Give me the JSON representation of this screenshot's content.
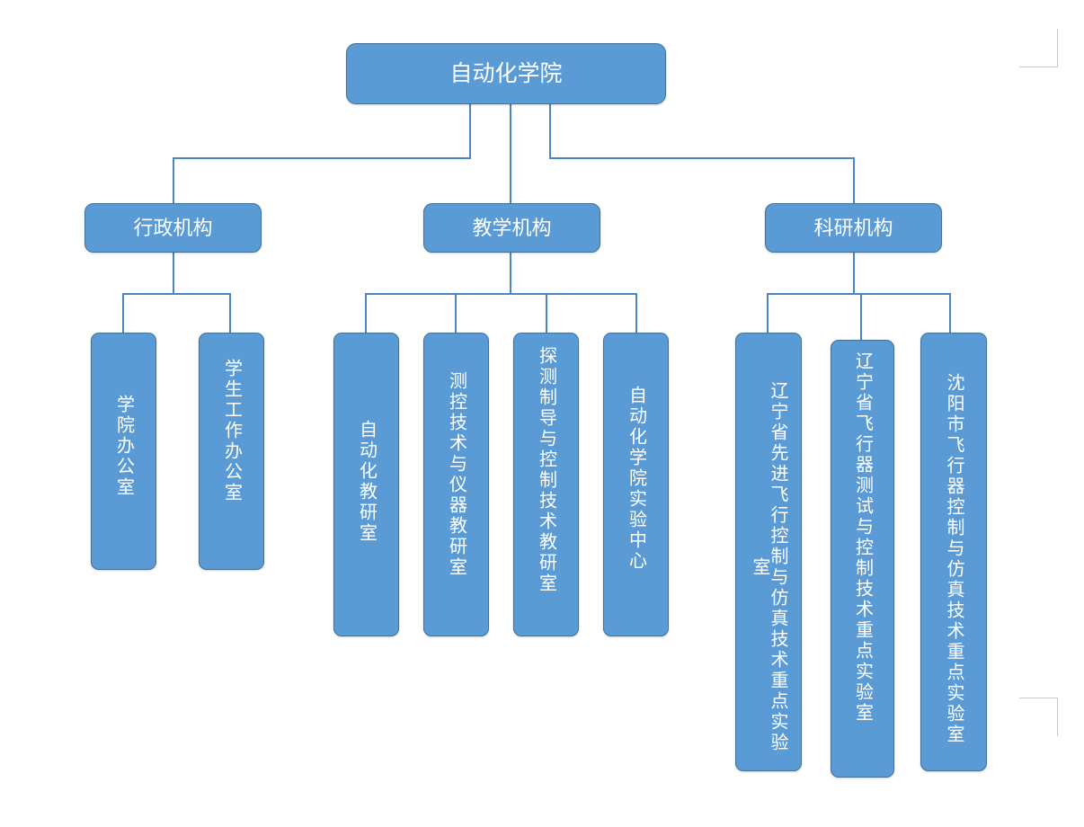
{
  "diagram": {
    "type": "organization-chart",
    "title_node": "自动化学院",
    "colors": {
      "node_fill": "#5B9BD5",
      "node_border": "#41719C",
      "connector": "#4A86C5",
      "node_text": "#FFFFFF",
      "page_mark": "#C9C9C9"
    },
    "root": {
      "label": "自动化学院"
    },
    "branches": [
      {
        "id": "administrative",
        "label": "行政机构",
        "children": [
          {
            "label": "学院办公室"
          },
          {
            "label": "学生工作办公室"
          }
        ]
      },
      {
        "id": "teaching",
        "label": "教学机构",
        "children": [
          {
            "label": "自动化教研室"
          },
          {
            "label": "测控技术与仪器教研室"
          },
          {
            "label": "探测制导与控制技术教研室"
          },
          {
            "label": "自动化学院实验中心"
          }
        ]
      },
      {
        "id": "research",
        "label": "科研机构",
        "children": [
          {
            "label": "辽宁省先进飞行控制与仿真技术重点实验室"
          },
          {
            "label": "辽宁省飞行器测试与控制技术重点实验室"
          },
          {
            "label": "沈阳市飞行器控制与仿真技术重点实验室"
          }
        ]
      }
    ]
  }
}
